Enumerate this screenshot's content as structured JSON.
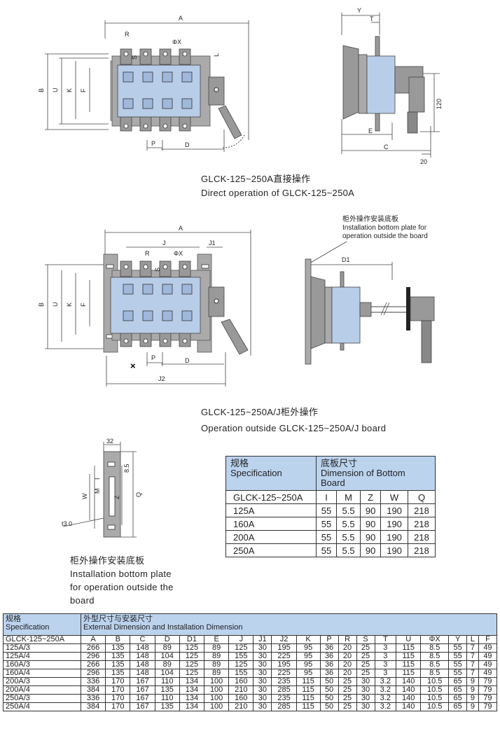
{
  "fig1": {
    "labels": {
      "A": "A",
      "R": "R",
      "S": "S",
      "phiX": "ΦX",
      "L": "L",
      "B": "B",
      "U": "U",
      "K": "K",
      "F": "F",
      "P": "P",
      "D": "D"
    },
    "caption_cn": "GLCK-125~250A直接操作",
    "caption_en": "Direct operation of  GLCK-125~250A"
  },
  "fig2": {
    "labels": {
      "Y": "Y",
      "T": "T",
      "E": "E",
      "C": "C",
      "v120": "120",
      "v20": "20"
    }
  },
  "fig3": {
    "labels": {
      "A": "A",
      "J": "J",
      "J1": "J1",
      "R": "R",
      "S": "S",
      "phiX": "ΦX",
      "B": "B",
      "U": "U",
      "K": "K",
      "F": "F",
      "P": "P",
      "D": "D",
      "J2": "J2",
      "cross": "×"
    },
    "caption_cn": "GLCK-125~250A/J柜外操作",
    "caption_en": "Operation outside GLCK-125~250A/J board"
  },
  "fig4": {
    "labels": {
      "D1": "D1"
    },
    "note_cn": "柜外操作安装底板",
    "note_en1": "Installation bottom plate for",
    "note_en2": "operation outside the board"
  },
  "fig5": {
    "labels": {
      "v32": "32",
      "v8_5": "8.5",
      "I": "I",
      "M": "M",
      "W": "W",
      "Z": "Z",
      "Q": "Q",
      "t3": "t3.0"
    },
    "caption_cn": "柜外操作安装底板",
    "caption_en1": "Installation bottom plate",
    "caption_en2": "for operation outside the",
    "caption_en3": "board"
  },
  "table1": {
    "spec_cn": "规格",
    "spec_en": "Specification",
    "dim_cn": "底板尺寸",
    "dim_en": "Dimension of Bottom Board",
    "model": "GLCK-125~250A",
    "columns": [
      "I",
      "M",
      "Z",
      "W",
      "Q"
    ],
    "rows": [
      [
        "125A",
        "55",
        "5.5",
        "90",
        "190",
        "218"
      ],
      [
        "160A",
        "55",
        "5.5",
        "90",
        "190",
        "218"
      ],
      [
        "200A",
        "55",
        "5.5",
        "90",
        "190",
        "218"
      ],
      [
        "250A",
        "55",
        "5.5",
        "90",
        "190",
        "218"
      ]
    ]
  },
  "table2": {
    "spec_cn": "规格",
    "spec_en": "Specification",
    "dim_cn": "外型尺寸与安装尺寸",
    "dim_en": "External Dimension and Installation Dimension",
    "model": "GLCK-125~250A",
    "columns": [
      "A",
      "B",
      "C",
      "D",
      "D1",
      "E",
      "J",
      "J1",
      "J2",
      "K",
      "P",
      "R",
      "S",
      "T",
      "U",
      "ΦX",
      "Y",
      "L",
      "F"
    ],
    "rows": [
      [
        "125A/3",
        "266",
        "135",
        "148",
        "89",
        "125",
        "89",
        "125",
        "30",
        "195",
        "95",
        "36",
        "20",
        "25",
        "3",
        "115",
        "8.5",
        "55",
        "7",
        "49"
      ],
      [
        "125A/4",
        "296",
        "135",
        "148",
        "104",
        "125",
        "89",
        "155",
        "30",
        "225",
        "95",
        "36",
        "20",
        "25",
        "3",
        "115",
        "8.5",
        "55",
        "7",
        "49"
      ],
      [
        "160A/3",
        "266",
        "135",
        "148",
        "89",
        "125",
        "89",
        "125",
        "30",
        "195",
        "95",
        "36",
        "20",
        "25",
        "3",
        "115",
        "8.5",
        "55",
        "7",
        "49"
      ],
      [
        "160A/4",
        "296",
        "135",
        "148",
        "104",
        "125",
        "89",
        "155",
        "30",
        "225",
        "95",
        "36",
        "20",
        "25",
        "3",
        "115",
        "8.5",
        "55",
        "7",
        "49"
      ],
      [
        "200A/3",
        "336",
        "170",
        "167",
        "110",
        "134",
        "100",
        "160",
        "30",
        "235",
        "115",
        "50",
        "25",
        "30",
        "3.2",
        "140",
        "10.5",
        "65",
        "9",
        "79"
      ],
      [
        "200A/4",
        "384",
        "170",
        "167",
        "135",
        "134",
        "100",
        "210",
        "30",
        "285",
        "115",
        "50",
        "25",
        "30",
        "3.2",
        "140",
        "10.5",
        "65",
        "9",
        "79"
      ],
      [
        "250A/3",
        "336",
        "170",
        "167",
        "110",
        "134",
        "100",
        "160",
        "30",
        "235",
        "115",
        "50",
        "25",
        "30",
        "3.2",
        "140",
        "10.5",
        "65",
        "9",
        "79"
      ],
      [
        "250A/4",
        "384",
        "170",
        "167",
        "135",
        "134",
        "100",
        "210",
        "30",
        "285",
        "115",
        "50",
        "25",
        "30",
        "3.2",
        "140",
        "10.5",
        "65",
        "9",
        "79"
      ]
    ]
  }
}
